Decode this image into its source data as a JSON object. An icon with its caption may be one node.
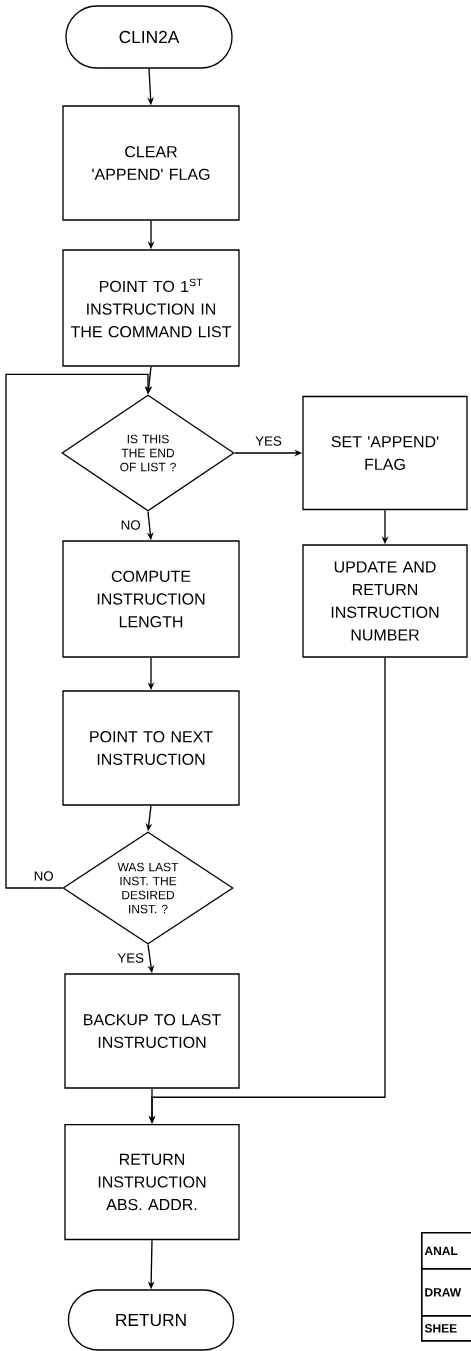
{
  "diagram": {
    "nodes": [
      {
        "text": [
          "CLIN2A"
        ]
      },
      {
        "text": [
          "CLEAR 'APPEND' FLAG"
        ]
      },
      {
        "text": [
          "POINT TO 1$^{ST}$ INSTRUCTION IN THE COMMAND LIST"
        ]
      },
      {
        "text": [
          "IS THIS THE END OF LIST ?"
        ]
      },
      {
        "text": [
          "SET 'APPEND' FLAG"
        ]
      },
      {
        "text": [
          "COMPUTE INSTRUCTION LENGTH"
        ]
      },
      {
        "text": [
          "UPDATE AND RETURN INSTRUCTION NUMBER"
        ]
      },
      {
        "text": [
          "POINT TO NEXT INSTRUCTION"
        ]
      },
      {
        "text": [
          "WAS LAST INST. THE DESIRED INST. ?"
        ]
      },
      {
        "text": [
          "BACKUP TO LAST INSTRUCTION"
        ]
      },
      {
        "text": [
          "RETURN INSTRUCTION ABS. ADDR."
        ]
      },
      {
        "text": [
          "RETURN"
        ]
      }
    ],
    "edges": [
      {
        "from": 0,
        "to": 1,
        "arrow": "to"
      },
      {
        "from": 1,
        "to": 2,
        "arrow": "to"
      },
      {
        "from": 2,
        "to": 3,
        "arrow": "to"
      },
      {
        "from": 3,
        "to": 4,
        "arrow": "to",
        "label": "YES"
      },
      {
        "from": 3,
        "to": 5,
        "arrow": "to",
        "label": "NO"
      },
      {
        "from": 4,
        "to": 6,
        "arrow": "to"
      },
      {
        "from": 5,
        "to": 7,
        "arrow": "to"
      },
      {
        "from": 7,
        "to": 8,
        "arrow": "to"
      },
      {
        "from": 8,
        "to": 3,
        "arrow": "to",
        "label": "NO"
      },
      {
        "from": 8,
        "to": 9,
        "arrow": "to",
        "label": "YES"
      },
      {
        "from": 9,
        "to": 10,
        "arrow": "to"
      },
      {
        "from": 6,
        "to": 10,
        "arrow": "to"
      },
      {
        "from": 10,
        "to": 11,
        "arrow": "to"
      }
    ],
    "labels": [
      "ANAL",
      "DRAW",
      "SHEE"
    ]
  }
}
